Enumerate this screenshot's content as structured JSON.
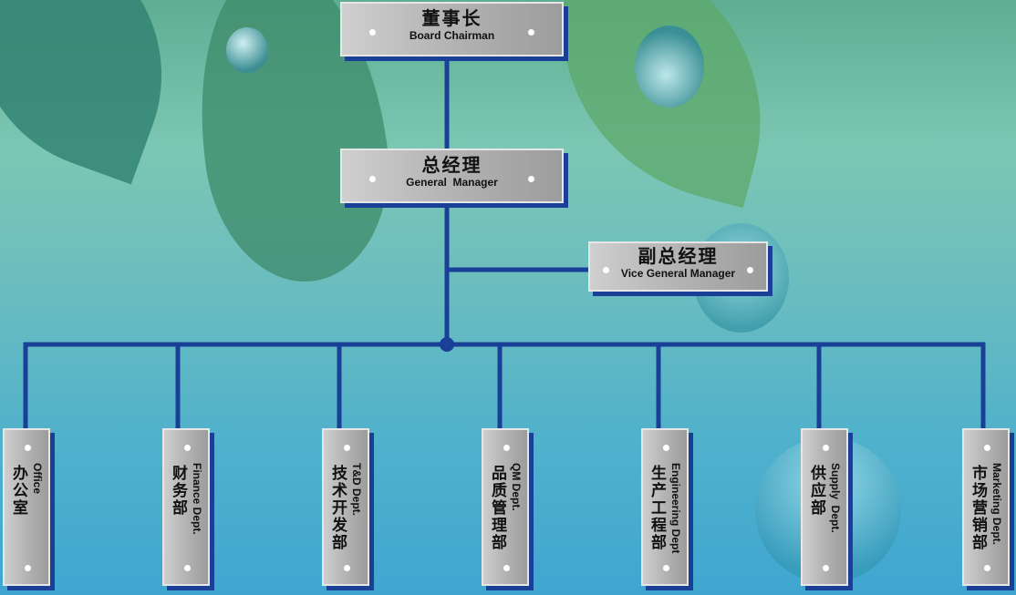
{
  "chairman": {
    "zh": "董事长",
    "en": "Board Chairman"
  },
  "general_manager": {
    "zh": "总经理",
    "en": "General  Manager"
  },
  "vice_general_manager": {
    "zh": "副总经理",
    "en": "Vice General Manager"
  },
  "departments": [
    {
      "zh": "办公室",
      "en": "Office"
    },
    {
      "zh": "财务部",
      "en": "Finance Dept."
    },
    {
      "zh": "技术开发部",
      "en": "T&D Dept."
    },
    {
      "zh": "品质管理部",
      "en": "QM Dept."
    },
    {
      "zh": "生产工程部",
      "en": "Engineering Dept"
    },
    {
      "zh": "供应部",
      "en": "Supply  Dept."
    },
    {
      "zh": "市场营销部",
      "en": "Marketing Dept."
    }
  ],
  "colors": {
    "connector": "#1a3f96",
    "plate": "#bdbdbd"
  }
}
